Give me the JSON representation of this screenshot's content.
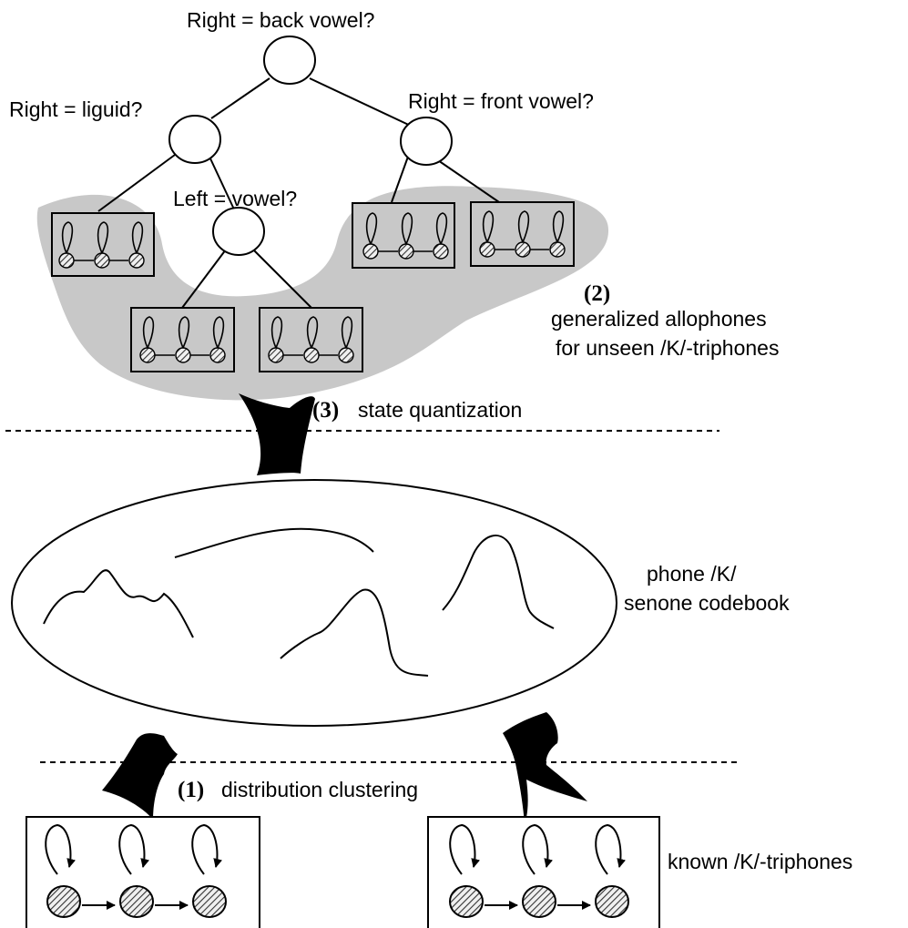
{
  "tree": {
    "root_question": "Right = back vowel?",
    "left_question": "Right = liguid?",
    "right_question": "Right = front vowel?",
    "inner_question": "Left = vowel?"
  },
  "annotations": {
    "generalized_number": "(2)",
    "generalized_line1": "generalized allophones",
    "generalized_line2": "for unseen /K/-triphones",
    "quantization_number": "(3)",
    "quantization_text": "state quantization",
    "codebook_line1": "phone /K/",
    "codebook_line2": "senone codebook",
    "clustering_number": "(1)",
    "clustering_text": "distribution clustering",
    "known_label": "known /K/-triphones"
  },
  "colors": {
    "region_fill": "#c8c8c8",
    "stroke": "#000000"
  }
}
